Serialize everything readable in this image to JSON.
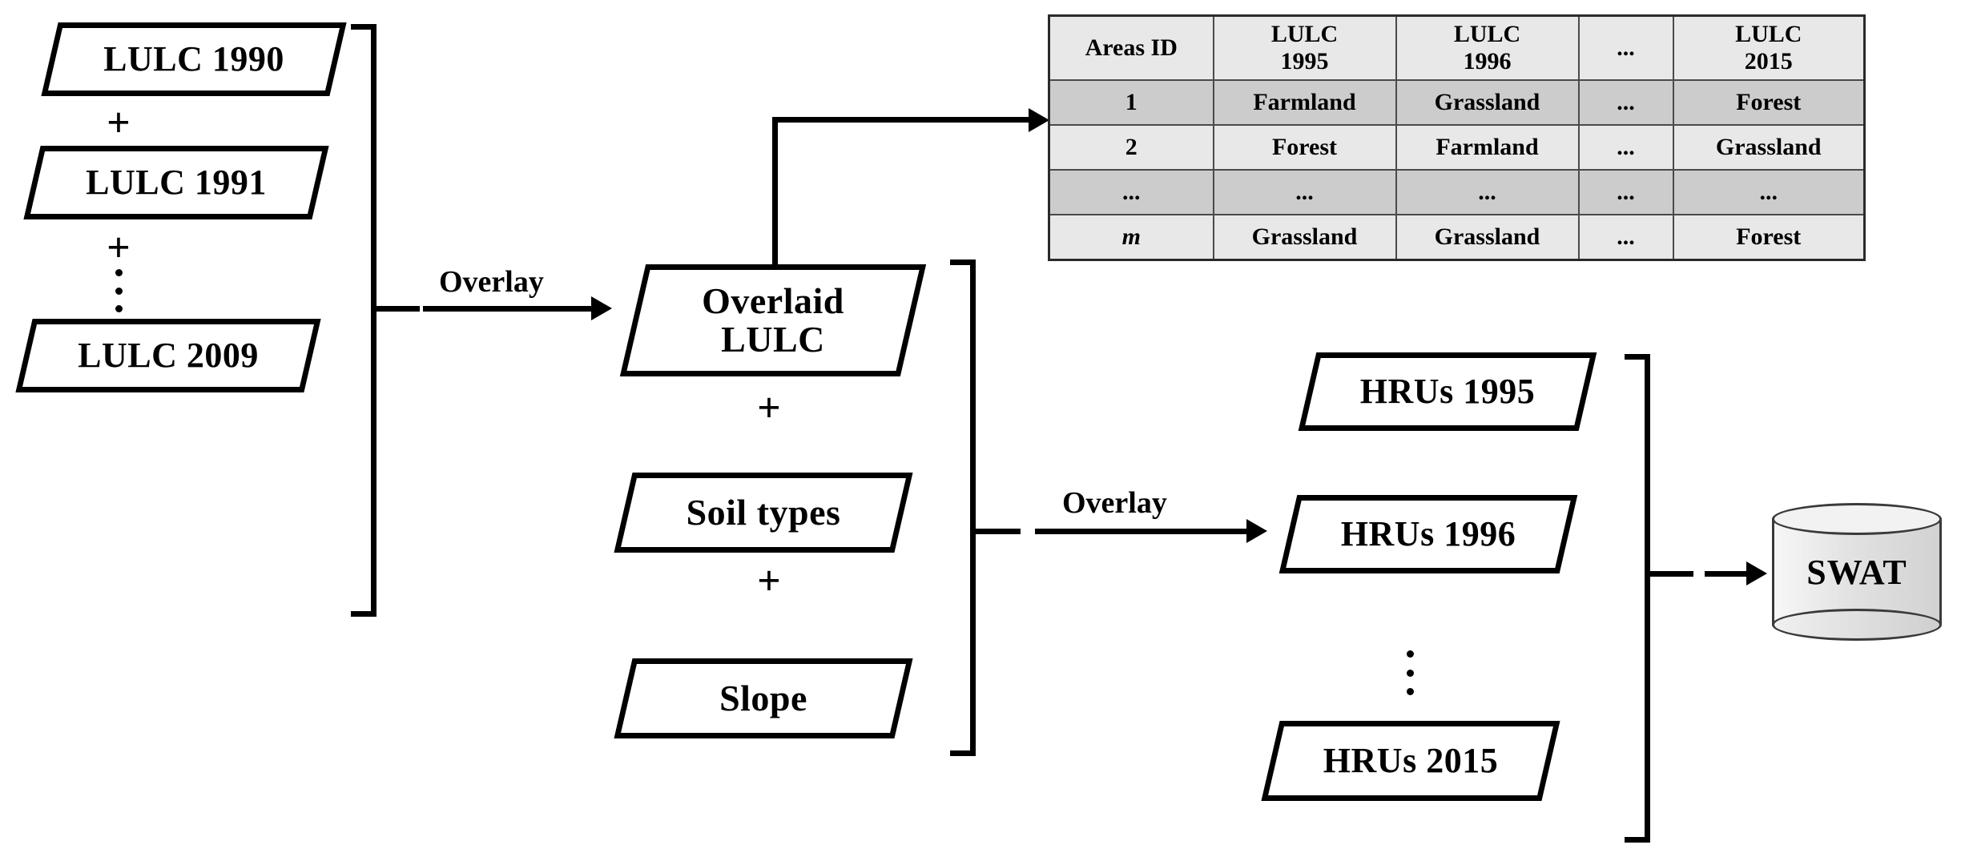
{
  "diagram": {
    "title": "LULC overlay to SWAT HRU workflow",
    "colors": {
      "stroke": "#000000",
      "table_border": "#4a4a4a",
      "table_row_light": "#e8e8e8",
      "table_row_dark": "#cccccc",
      "cylinder_fill": "#e2e2e2"
    }
  },
  "inputs": {
    "nodes": [
      {
        "label": "LULC 1990"
      },
      {
        "label": "LULC 1991"
      },
      {
        "label": "LULC 2009"
      }
    ],
    "operators": [
      "+",
      "+"
    ],
    "ellipsis": "⋮"
  },
  "edges": {
    "overlay_1": "Overlay",
    "overlay_2": "Overlay"
  },
  "middle": {
    "nodes": [
      {
        "label": "Overlaid\nLULC"
      },
      {
        "label": "Soil types"
      },
      {
        "label": "Slope"
      }
    ],
    "operators": [
      "+",
      "+"
    ]
  },
  "outputs": {
    "nodes": [
      {
        "label": "HRUs 1995"
      },
      {
        "label": "HRUs 1996"
      },
      {
        "label": "HRUs 2015"
      }
    ],
    "ellipsis": "⋮"
  },
  "model": {
    "label": "SWAT"
  },
  "table": {
    "headers": [
      "Areas ID",
      "LULC\n1995",
      "LULC\n1996",
      "...",
      "LULC\n2015"
    ],
    "rows": [
      {
        "shade": "odd",
        "id": "1",
        "id_italic": false,
        "cells": [
          "1",
          "Farmland",
          "Grassland",
          "...",
          "Forest"
        ]
      },
      {
        "shade": "even",
        "id": "2",
        "id_italic": false,
        "cells": [
          "2",
          "Forest",
          "Farmland",
          "...",
          "Grassland"
        ]
      },
      {
        "shade": "odd",
        "id": "...",
        "id_italic": false,
        "cells": [
          "...",
          "...",
          "...",
          "...",
          "..."
        ]
      },
      {
        "shade": "even",
        "id": "m",
        "id_italic": true,
        "cells": [
          "m",
          "Grassland",
          "Grassland",
          "...",
          "Forest"
        ]
      }
    ]
  }
}
